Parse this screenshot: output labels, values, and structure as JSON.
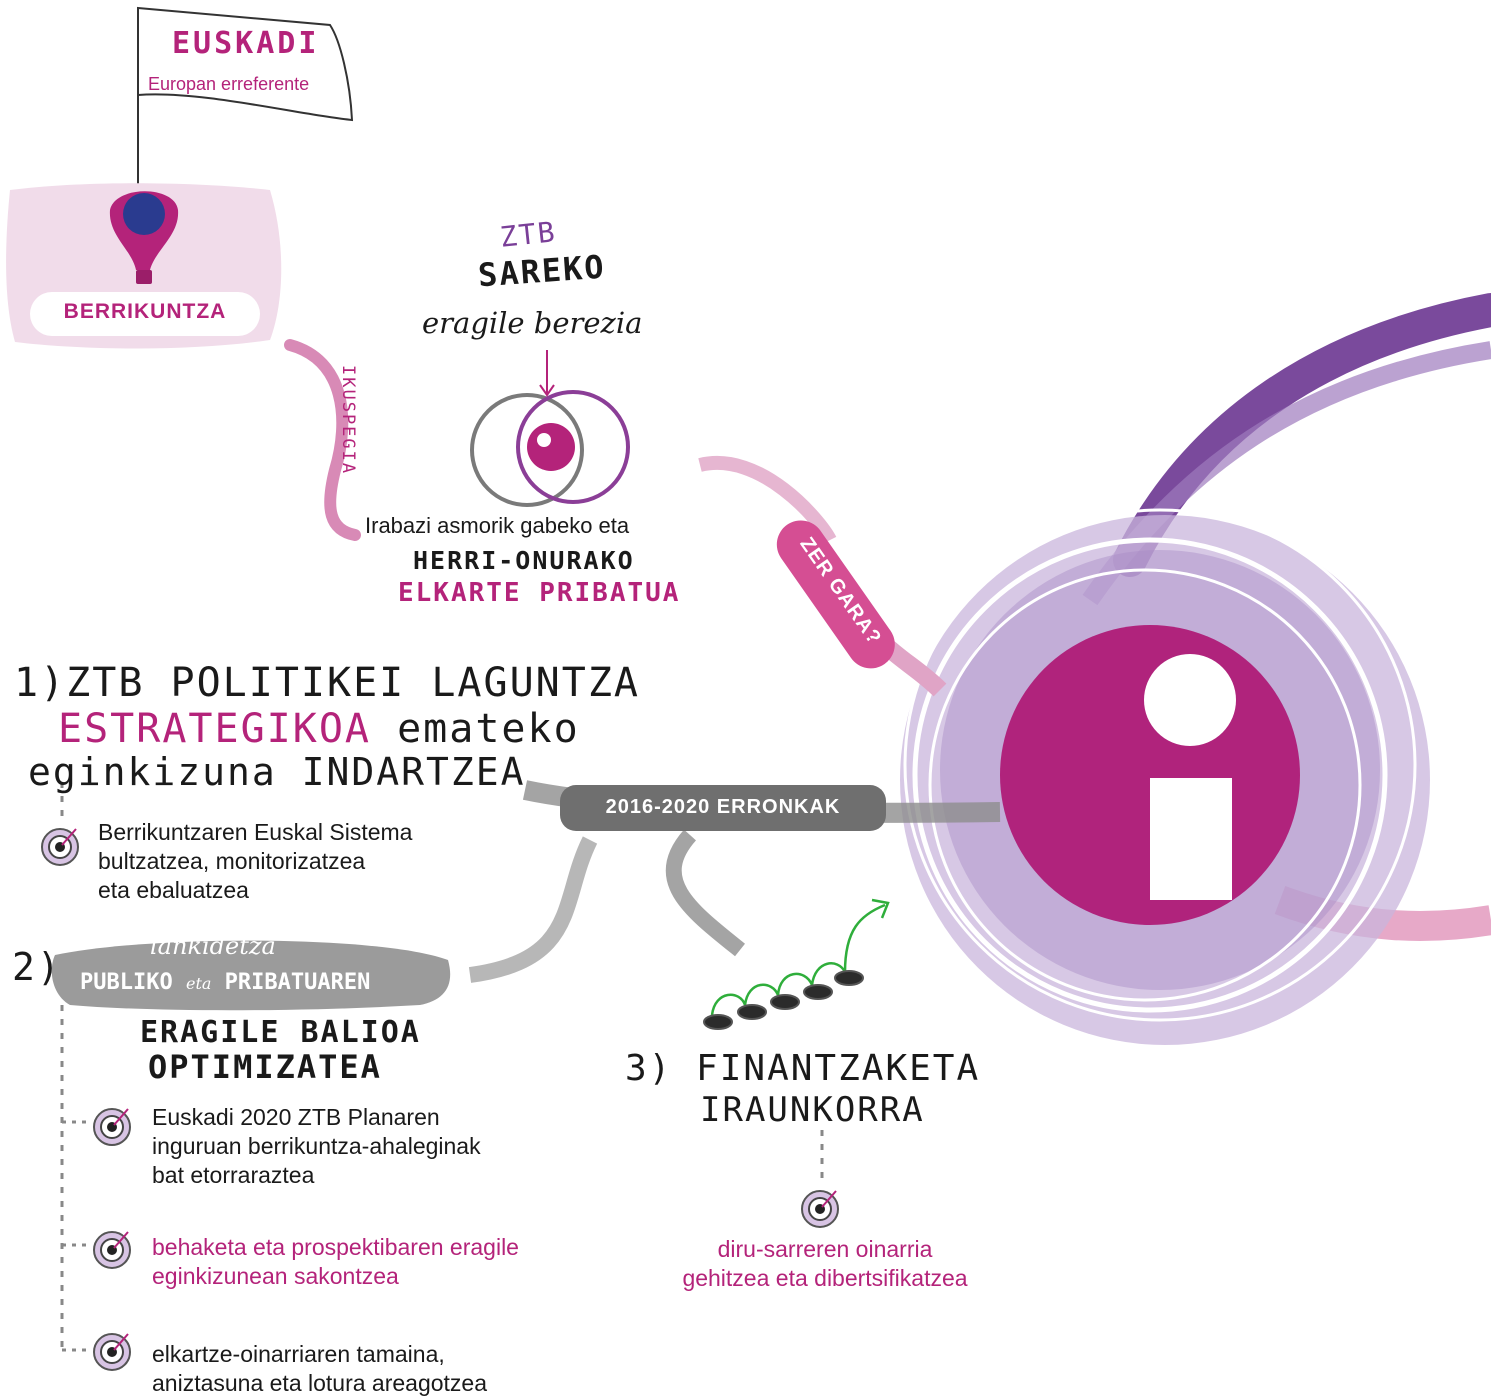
{
  "flag": {
    "title": "EUSKADI",
    "subtitle": "Europan erreferente"
  },
  "innovation_box": {
    "label": "BERRIKUNTZA"
  },
  "vision_label": "IKUSPEGIA",
  "network": {
    "acronym": "ZTB",
    "word": "SAREKO",
    "role": "eragile berezia"
  },
  "identity": {
    "line1": "Irabazi asmorik gabeko eta",
    "line2": "HERRI-ONURAKO",
    "line3": "ELKARTE PRIBATUA"
  },
  "who_label": "ZER GARA?",
  "challenges_label": "2016-2020 ERRONKAK",
  "challenge1": {
    "number": "1)",
    "line1_a": "ZTB",
    "line1_b": "POLITIKEI LAGUNTZA",
    "line2_a": "ESTRATEGIKOA",
    "line2_b": "emateko",
    "line3": "eginkizuna INDARTZEA",
    "items": [
      "Berrikuntzaren Euskal Sistema",
      "bultzatzea, monitorizatzea",
      "eta ebaluatzea"
    ]
  },
  "challenge2": {
    "number": "2)",
    "pill_top": "lankidetza",
    "pill_bottom_a": "PUBLIKO",
    "pill_bottom_b": "eta",
    "pill_bottom_c": "PRIBATUAREN",
    "title1": "ERAGILE BALIOA",
    "title2": "OPTIMIZATEA",
    "item1": [
      "Euskadi 2020 ZTB Planaren",
      "inguruan berrikuntza-ahaleginak",
      "bat etorraraztea"
    ],
    "item2": [
      "behaketa eta prospektibaren eragile",
      "eginkizunean sakontzea"
    ],
    "item3": [
      "elkartze-oinarriaren tamaina,",
      "aniztasuna eta lotura areagotzea"
    ]
  },
  "challenge3": {
    "number": "3)",
    "title1": "FINANTZAKETA",
    "title2": "IRAUNKORRA",
    "items": [
      "diru-sarreren oinarria",
      "gehitzea eta dibertsifikatzea"
    ]
  },
  "colors": {
    "magenta": "#b4237a",
    "purple": "#7a3f98",
    "lavender": "#c9b6dc",
    "grey": "#6f6f6f",
    "pink": "#e7a9c8",
    "green": "#2fae3b"
  }
}
